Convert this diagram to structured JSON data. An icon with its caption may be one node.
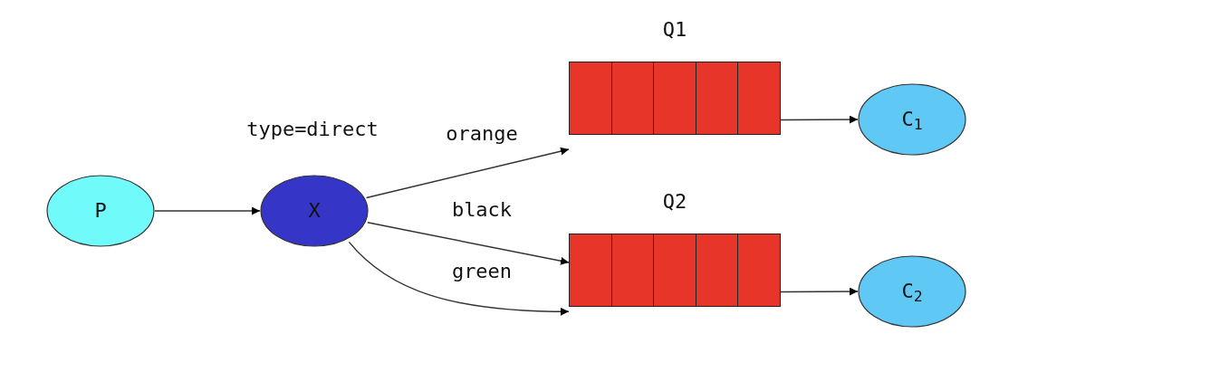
{
  "diagram": {
    "nodes": [
      {
        "text": [
          "P"
        ]
      },
      {
        "text": [
          "X"
        ],
        "beside": [
          "type=direct"
        ]
      },
      {
        "text": [
          "Q1"
        ]
      },
      {
        "text": [
          "Q2"
        ]
      },
      {
        "text": [
          "C$_{1}$"
        ]
      },
      {
        "text": [
          "C$_{2}$"
        ]
      }
    ],
    "edges": [
      {
        "from": 0,
        "to": 1,
        "arrow": "to"
      },
      {
        "from": 1,
        "to": 2,
        "arrow": "to",
        "label": "orange"
      },
      {
        "from": 1,
        "to": 3,
        "arrow": "to",
        "label": "black"
      },
      {
        "from": 1,
        "to": 3,
        "arrow": "to",
        "label": "green"
      },
      {
        "from": 2,
        "to": 4,
        "arrow": "to"
      },
      {
        "from": 3,
        "to": 5,
        "arrow": "to"
      }
    ]
  }
}
